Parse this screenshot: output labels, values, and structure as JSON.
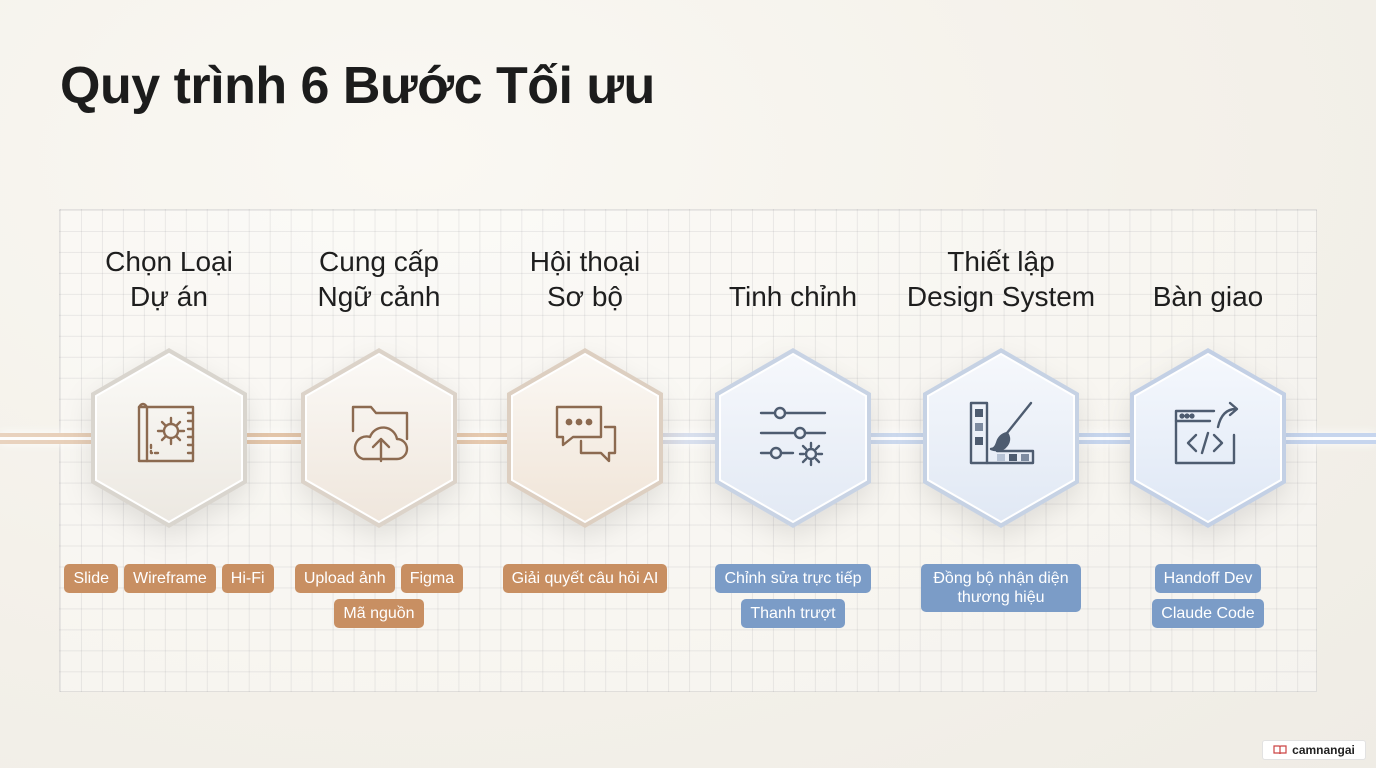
{
  "title": "Quy trình 6 Bước Tối ưu",
  "colors": {
    "warm": "#c88f62",
    "cool": "#7b9cc7"
  },
  "steps": [
    {
      "title": "Chọn Loại\nDự án",
      "icon": "blueprint-gear-icon",
      "tone": "warm",
      "tags": [
        "Slide",
        "Wireframe",
        "Hi-Fi"
      ]
    },
    {
      "title": "Cung cấp\nNgữ cảnh",
      "icon": "folder-cloud-upload-icon",
      "tone": "warm",
      "tags": [
        "Upload ảnh",
        "Figma",
        "Mã nguồn"
      ]
    },
    {
      "title": "Hội thoại\nSơ bộ",
      "icon": "chat-bubbles-icon",
      "tone": "warm",
      "tags": [
        "Giải quyết câu hỏi AI"
      ]
    },
    {
      "title": "Tinh chỉnh",
      "icon": "sliders-gear-icon",
      "tone": "cool",
      "tags": [
        "Chỉnh sửa trực tiếp",
        "Thanh trượt"
      ]
    },
    {
      "title": "Thiết lập\nDesign System",
      "icon": "palette-brush-icon",
      "tone": "cool",
      "tags": [
        "Đồng bộ nhận diện thương hiệu"
      ]
    },
    {
      "title": "Bàn giao",
      "icon": "code-window-share-icon",
      "tone": "cool",
      "tags": [
        "Handoff Dev",
        "Claude Code"
      ]
    }
  ],
  "watermark": {
    "text": "camnangai",
    "icon": "book-icon"
  }
}
